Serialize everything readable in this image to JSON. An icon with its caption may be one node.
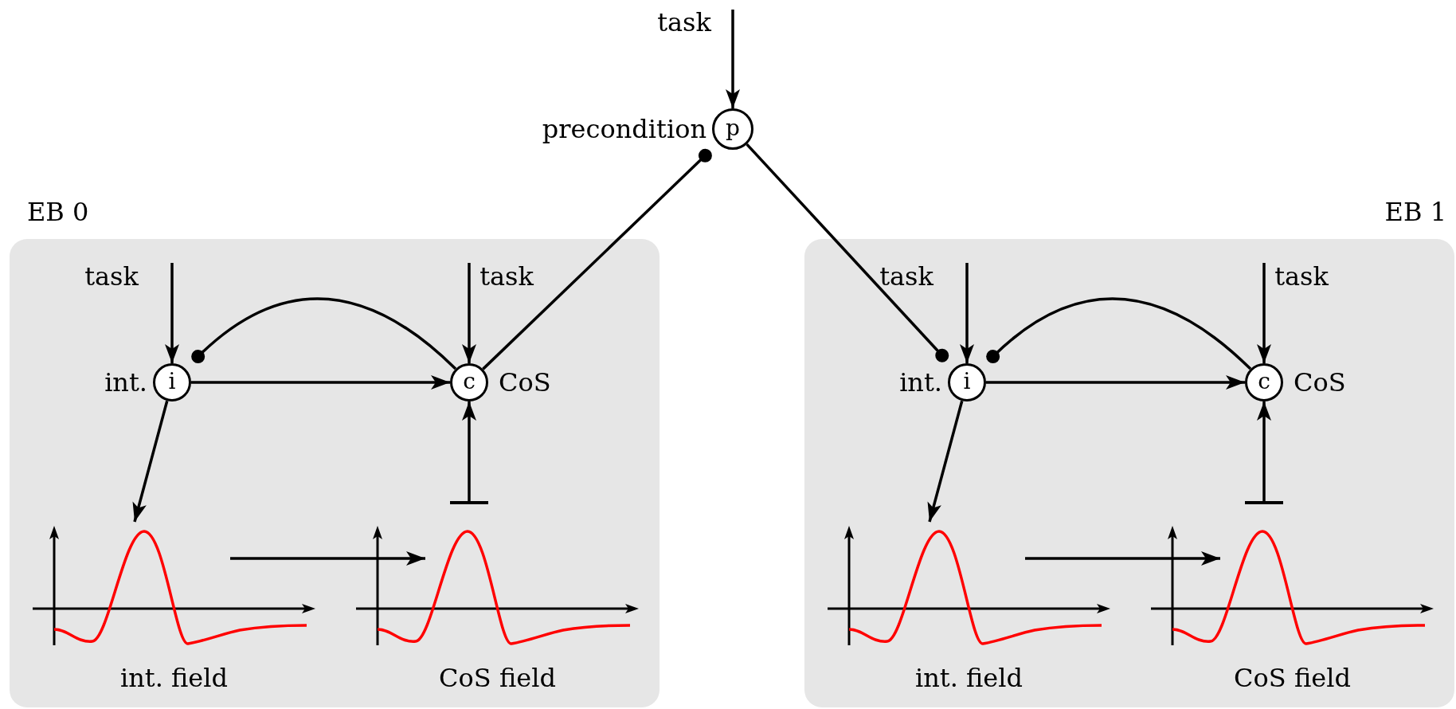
{
  "diagram": {
    "nodes": [
      {
        "text": [
          "EB 0"
        ]
      },
      {
        "text": [
          "i"
        ],
        "beside": [
          "int."
        ],
        "in": 0
      },
      {
        "text": [
          "c"
        ],
        "beside": [
          "CoS"
        ],
        "in": 0
      },
      {
        "text": [
          "int. field"
        ],
        "in": 0
      },
      {
        "text": [
          "CoS field"
        ],
        "in": 0
      },
      {
        "text": [
          "task"
        ],
        "in": 0
      },
      {
        "text": [
          "task"
        ],
        "in": 0
      },
      {
        "text": [
          "EB 1"
        ]
      },
      {
        "text": [
          "i"
        ],
        "beside": [
          "int."
        ],
        "in": 7
      },
      {
        "text": [
          "c"
        ],
        "beside": [
          "CoS"
        ],
        "in": 7
      },
      {
        "text": [
          "int. field"
        ],
        "in": 7
      },
      {
        "text": [
          "CoS field"
        ],
        "in": 7
      },
      {
        "text": [
          "task"
        ],
        "in": 7
      },
      {
        "text": [
          "task"
        ],
        "in": 7
      },
      {
        "text": [
          "p"
        ],
        "beside": [
          "precondition"
        ]
      },
      {
        "text": [
          "task"
        ]
      }
    ],
    "edges": [
      {
        "from": 15,
        "to": 14,
        "arrow": "to"
      },
      {
        "from": 2,
        "to": 14,
        "arrow": "other"
      },
      {
        "from": 14,
        "to": 8,
        "arrow": "other"
      },
      {
        "from": 5,
        "to": 1,
        "arrow": "to"
      },
      {
        "from": 6,
        "to": 2,
        "arrow": "to"
      },
      {
        "from": 1,
        "to": 2,
        "arrow": "to"
      },
      {
        "from": 2,
        "to": 1,
        "arrow": "other"
      },
      {
        "from": 1,
        "to": 3,
        "arrow": "to"
      },
      {
        "from": 3,
        "to": 4,
        "arrow": "to"
      },
      {
        "from": 4,
        "to": 2,
        "arrow": "to"
      },
      {
        "from": 12,
        "to": 8,
        "arrow": "to"
      },
      {
        "from": 13,
        "to": 9,
        "arrow": "to"
      },
      {
        "from": 8,
        "to": 9,
        "arrow": "to"
      },
      {
        "from": 9,
        "to": 8,
        "arrow": "other"
      },
      {
        "from": 8,
        "to": 10,
        "arrow": "to"
      },
      {
        "from": 10,
        "to": 11,
        "arrow": "to"
      },
      {
        "from": 11,
        "to": 9,
        "arrow": "to"
      }
    ]
  }
}
